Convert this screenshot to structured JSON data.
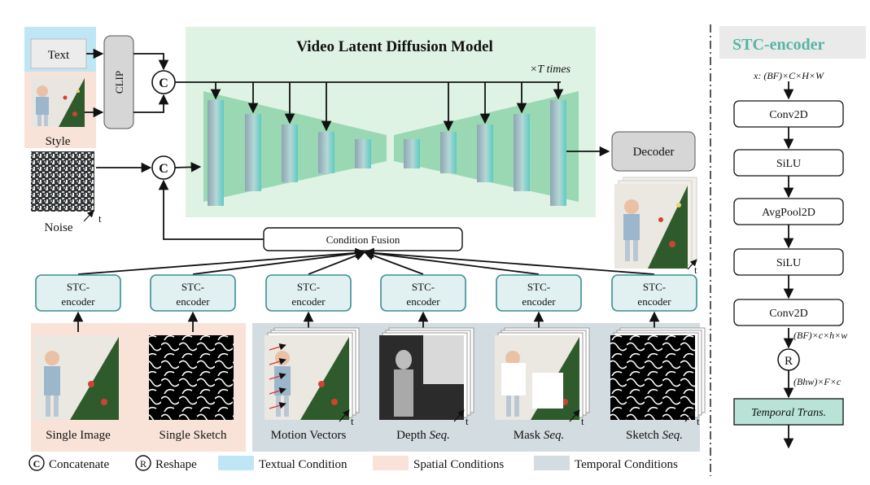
{
  "main": {
    "title": "Video Latent Diffusion Model",
    "times_label": "×T times",
    "text_label": "Text",
    "clip_label": "CLIP",
    "style_label": "Style",
    "noise_label": "Noise",
    "t_label": "t",
    "concat_symbol": "C",
    "decoder_label": "Decoder",
    "condition_fusion_label": "Condition Fusion",
    "encoder_line1": "STC-",
    "encoder_line2": "encoder",
    "inputs": [
      {
        "label": "Single Image",
        "italic": ""
      },
      {
        "label": "Single Sketch",
        "italic": ""
      },
      {
        "label": "Motion Vectors",
        "italic": ""
      },
      {
        "label": "Depth ",
        "italic": "Seq."
      },
      {
        "label": "Mask ",
        "italic": "Seq."
      },
      {
        "label": "Sketch ",
        "italic": "Seq."
      }
    ]
  },
  "legend": {
    "concatenate_symbol": "C",
    "concatenate_label": "Concatenate",
    "reshape_symbol": "R",
    "reshape_label": "Reshape",
    "textual_label": "Textual Condition",
    "spatial_label": "Spatial Conditions",
    "temporal_label": "Temporal Conditions"
  },
  "stc": {
    "title": "STC-encoder",
    "input_shape": "x: (BF)×C×H×W",
    "layers": [
      "Conv2D",
      "SiLU",
      "AvgPool2D",
      "SiLU",
      "Conv2D"
    ],
    "shape_after_conv": "(BF)×c×h×w",
    "reshape_symbol": "R",
    "shape_after_reshape": "(Bhw)×F×c",
    "temporal_block": "Temporal Trans."
  },
  "colors": {
    "textual": "#bfe6f5",
    "spatial": "#f9e3d8",
    "temporal": "#d3dce1",
    "unet_bg": "#dff3e4",
    "unet_shape": "#9ad8b4",
    "encoder_fill": "#e1f1f1",
    "encoder_stroke": "#3a8d93",
    "temporal_trans_fill": "#b9e3d6",
    "stc_title": "#56b6a4",
    "stc_title_bg": "#eaeaea"
  }
}
